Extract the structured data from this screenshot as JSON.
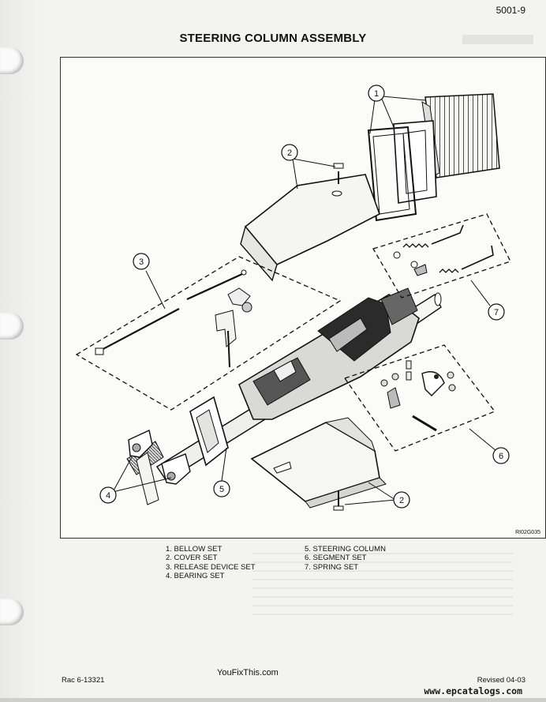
{
  "header": {
    "page_number": "5001-9",
    "title": "STEERING COLUMN ASSEMBLY"
  },
  "figure": {
    "callouts": [
      "1",
      "2",
      "3",
      "4",
      "5",
      "6",
      "7"
    ],
    "code": "RI02G035"
  },
  "legend": {
    "left": [
      "1. BELLOW SET",
      "2. COVER SET",
      "3. RELEASE DEVICE SET",
      "4. BEARING SET"
    ],
    "right": [
      "5. STEERING COLUMN",
      "6. SEGMENT SET",
      "7. SPRING SET"
    ]
  },
  "footer": {
    "left": "Rac 6-13321",
    "center": "YouFixThis.com",
    "right": "Revised 04-03",
    "watermark": "www.epcatalogs.com"
  }
}
